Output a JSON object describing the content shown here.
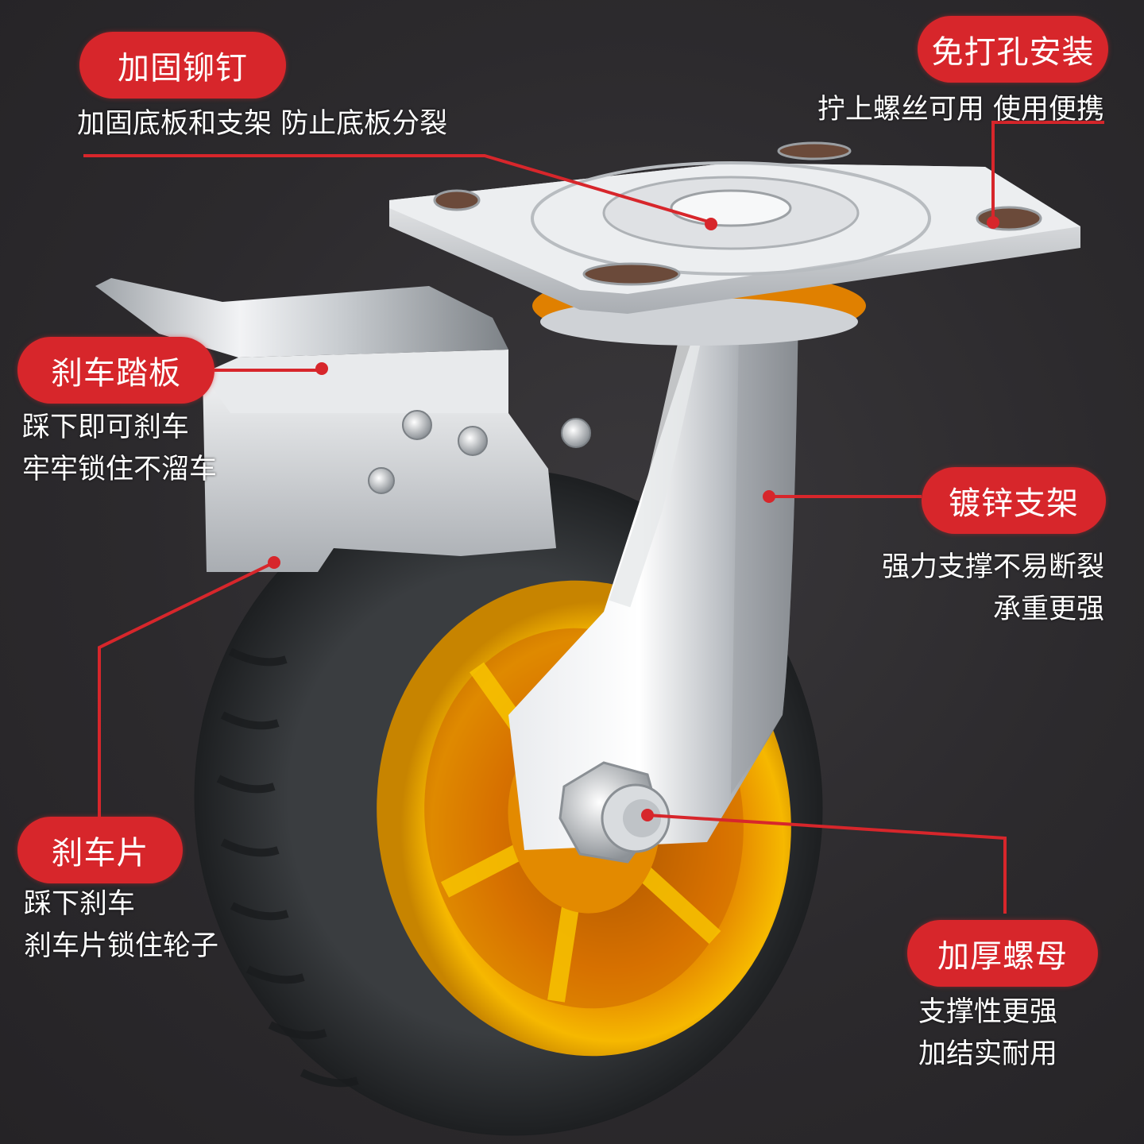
{
  "callouts": {
    "rivet": {
      "label": "加固铆钉",
      "desc": [
        "加固底板和支架 防止底板分裂"
      ]
    },
    "no_drill": {
      "label": "免打孔安装",
      "desc": [
        "拧上螺丝可用 使用便携"
      ]
    },
    "brake_pedal": {
      "label": "刹车踏板",
      "desc": [
        "踩下即可刹车",
        "牢牢锁住不溜车"
      ]
    },
    "galvanized_bracket": {
      "label": "镀锌支架",
      "desc": [
        "强力支撑不易断裂",
        "承重更强"
      ]
    },
    "brake_pad": {
      "label": "刹车片",
      "desc": [
        "踩下刹车",
        "刹车片锁住轮子"
      ]
    },
    "thick_nut": {
      "label": "加厚螺母",
      "desc": [
        "支撑性更强",
        "加结实耐用"
      ]
    }
  },
  "colors": {
    "accent": "#d7262b",
    "background": "#2c2a2d",
    "rim": "#e9a200",
    "tire": "#2a2c2e",
    "steel": "#cfd2d6"
  }
}
